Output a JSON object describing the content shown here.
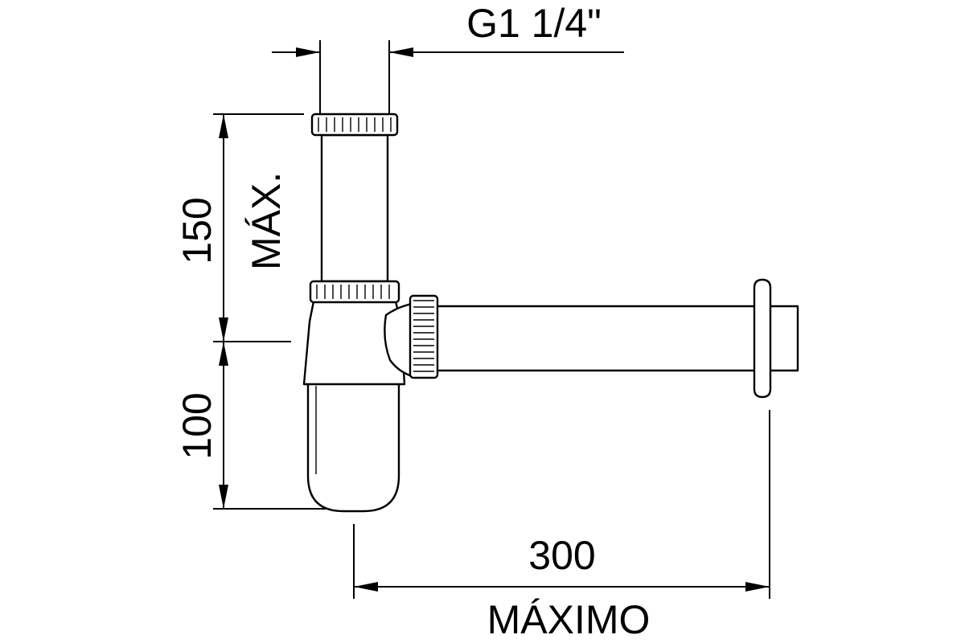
{
  "drawing": {
    "dim_thread": "G1 1/4\"",
    "dim_height_upper": "150",
    "dim_height_upper_note": "MÁX.",
    "dim_height_lower": "100",
    "dim_length": "300",
    "dim_length_note": "MÁXIMO",
    "line_color": "#000000",
    "background_color": "#ffffff"
  }
}
